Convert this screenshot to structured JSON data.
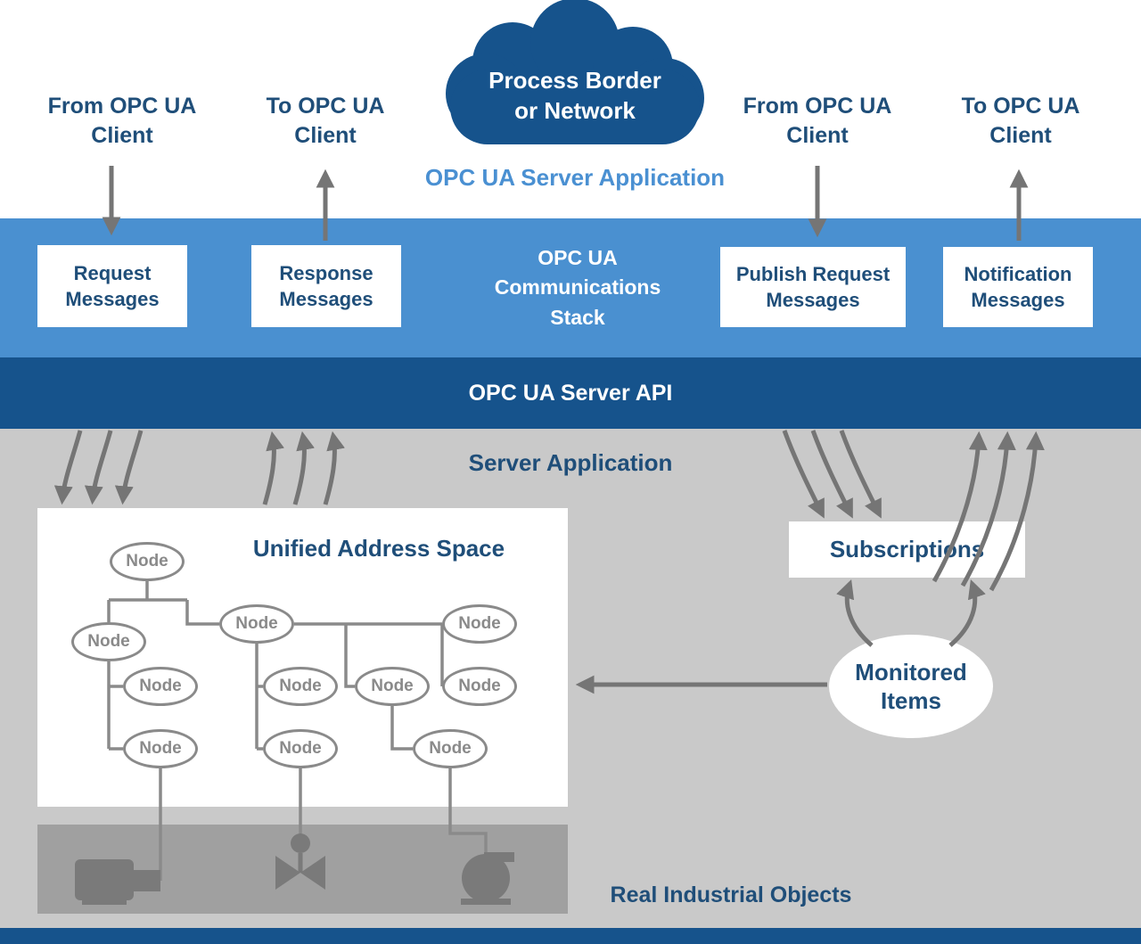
{
  "colors": {
    "dark_blue": "#16538C",
    "band_blue": "#4A90D0",
    "navy_text": "#1F4E79",
    "light_blue_text": "#4A90D2",
    "gray_background": "#C9C9C9",
    "dark_gray_box": "#A0A0A0",
    "arrow_gray": "#757575",
    "node_gray": "#8A8A8A"
  },
  "cloud": {
    "label": "Process Border\nor Network"
  },
  "header": {
    "title": "OPC UA Server Application"
  },
  "client_labels": [
    {
      "label": "From OPC UA\nClient",
      "direction": "down"
    },
    {
      "label": "To OPC UA\nClient",
      "direction": "up"
    },
    {
      "label": "From OPC UA\nClient",
      "direction": "down"
    },
    {
      "label": "To OPC UA\nClient",
      "direction": "up"
    }
  ],
  "comm_stack": {
    "label": "OPC UA\nCommunications\nStack",
    "boxes": [
      {
        "label": "Request\nMessages"
      },
      {
        "label": "Response\nMessages"
      },
      {
        "label": "Publish Request\nMessages"
      },
      {
        "label": "Notification\nMessages"
      }
    ]
  },
  "server_api": {
    "label": "OPC UA Server API"
  },
  "server_app": {
    "label": "Server Application",
    "address_space": {
      "title": "Unified Address Space",
      "nodes": [
        {
          "label": "Node"
        },
        {
          "label": "Node"
        },
        {
          "label": "Node"
        },
        {
          "label": "Node"
        },
        {
          "label": "Node"
        },
        {
          "label": "Node"
        },
        {
          "label": "Node"
        },
        {
          "label": "Node"
        },
        {
          "label": "Node"
        },
        {
          "label": "Node"
        },
        {
          "label": "Node"
        }
      ]
    },
    "subscriptions": {
      "label": "Subscriptions"
    },
    "monitored_items": {
      "label": "Monitored\nItems"
    },
    "real_objects": {
      "label": "Real Industrial Objects"
    },
    "industrial_icons": [
      {
        "name": "motor-icon"
      },
      {
        "name": "valve-icon"
      },
      {
        "name": "pump-icon"
      }
    ]
  }
}
